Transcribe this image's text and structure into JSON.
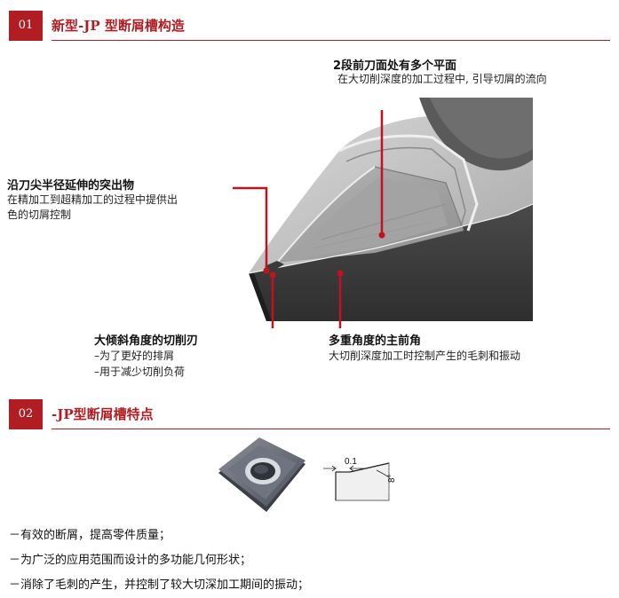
{
  "section1": {
    "number": "01",
    "title": "新型-JP 型断屑槽构造"
  },
  "annotations": {
    "top_right": {
      "title": "2段前刀面处有多个平面",
      "text": "在大切削深度的加工过程中, 引导切屑的流向"
    },
    "left": {
      "title": "沿刀尖半径延伸的突出物",
      "text_lines": [
        "在精加工到超精加工的过程中提供出",
        "色的切屑控制"
      ]
    },
    "bottom_left": {
      "title": "大倾斜角度的切削刃",
      "lines": [
        "–为了更好的排屑",
        "–用于减少切削负荷"
      ]
    },
    "bottom_right": {
      "title": "多重角度的主前角",
      "text": "大切削深度加工时控制产生的毛刺和振动"
    }
  },
  "section2": {
    "number": "02",
    "title": "-JP型断屑槽特点"
  },
  "profile": {
    "dim_width": "0.1",
    "dim_angle": "8°"
  },
  "bullets": [
    "－有效的断屑，提高零件质量；",
    "－为广泛的应用范围而设计的多功能几何形状；",
    "－消除了毛刺的产生，并控制了较大切深加工期间的振动；"
  ],
  "colors": {
    "accent": "#b01e23"
  }
}
